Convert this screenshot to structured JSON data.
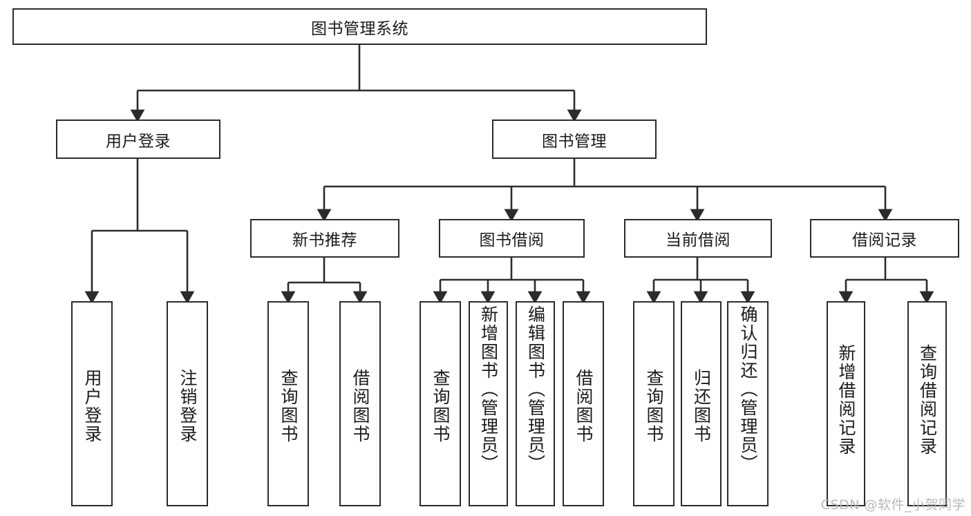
{
  "diagram": {
    "title": "图书管理系统",
    "type": "function-hierarchy-tree",
    "root": {
      "label": "图书管理系统"
    },
    "level2": [
      {
        "label": "用户登录"
      },
      {
        "label": "图书管理"
      }
    ],
    "level3": [
      {
        "label": "新书推荐"
      },
      {
        "label": "图书借阅"
      },
      {
        "label": "当前借阅"
      },
      {
        "label": "借阅记录"
      }
    ],
    "leaves": {
      "user_login": [
        {
          "label": "用户登录"
        },
        {
          "label": "注销登录"
        }
      ],
      "new_book_recommend": [
        {
          "label": "查询图书"
        },
        {
          "label": "借阅图书"
        }
      ],
      "book_borrow": [
        {
          "label": "查询图书"
        },
        {
          "label": "新增图书（管理员）"
        },
        {
          "label": "编辑图书（管理员）"
        },
        {
          "label": "借阅图书"
        }
      ],
      "current_borrow": [
        {
          "label": "查询图书"
        },
        {
          "label": "归还图书"
        },
        {
          "label": "确认归还（管理员）"
        }
      ],
      "borrow_record": [
        {
          "label": "新增借阅记录"
        },
        {
          "label": "查询借阅记录"
        }
      ]
    }
  },
  "watermark": {
    "text": "CSDN @软件_小贺同学"
  },
  "colors": {
    "stroke": "#2b2b2b",
    "background": "#ffffff",
    "text": "#1a1a1a",
    "watermark": "#b9b9b9"
  }
}
